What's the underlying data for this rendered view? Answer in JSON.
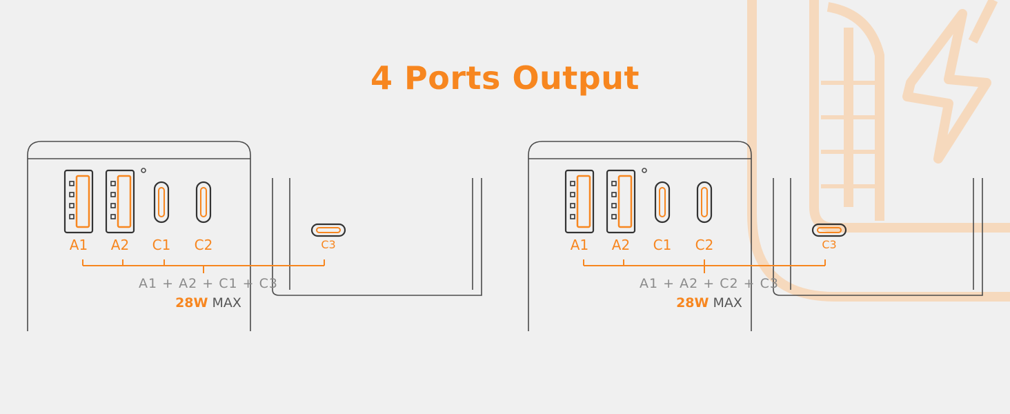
{
  "title": "4 Ports Output",
  "colors": {
    "accent": "#f7861f",
    "background": "#f0f0f0",
    "outline": "#4a4a4a",
    "watermark": "#f6d9bd"
  },
  "watermark_icon": "battery-bolt-icon",
  "configs": [
    {
      "ports": {
        "a1": "A1",
        "a2": "A2",
        "c1": "C1",
        "c2": "C2",
        "c3": "C3"
      },
      "combination": "A1 + A2 + C1 + C3",
      "power_value": "28W",
      "power_suffix": "MAX"
    },
    {
      "ports": {
        "a1": "A1",
        "a2": "A2",
        "c1": "C1",
        "c2": "C2",
        "c3": "C3"
      },
      "combination": "A1 + A2 + C2 + C3",
      "power_value": "28W",
      "power_suffix": "MAX"
    }
  ]
}
